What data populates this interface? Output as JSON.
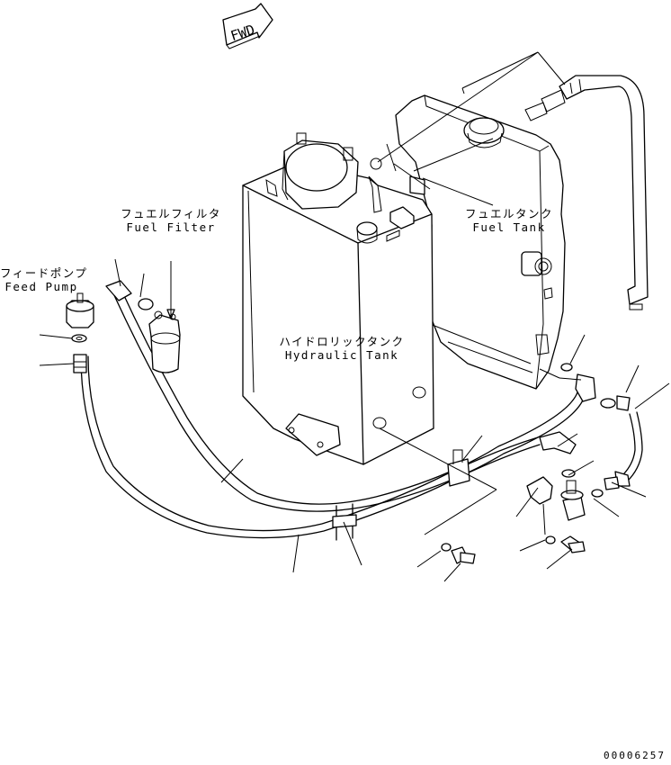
{
  "diagram": {
    "fwd_marker": "FWD",
    "parts": {
      "feed_pump": {
        "label_ja": "フィードポンプ",
        "label_en": "Feed Pump"
      },
      "fuel_filter": {
        "label_ja": "フュエルフィルタ",
        "label_en": "Fuel Filter"
      },
      "fuel_tank": {
        "label_ja": "フュエルタンク",
        "label_en": "Fuel Tank"
      },
      "hydraulic_tank": {
        "label_ja": "ハイドロリックタンク",
        "label_en": "Hydraulic Tank"
      }
    },
    "drawing_number": "00006257"
  }
}
